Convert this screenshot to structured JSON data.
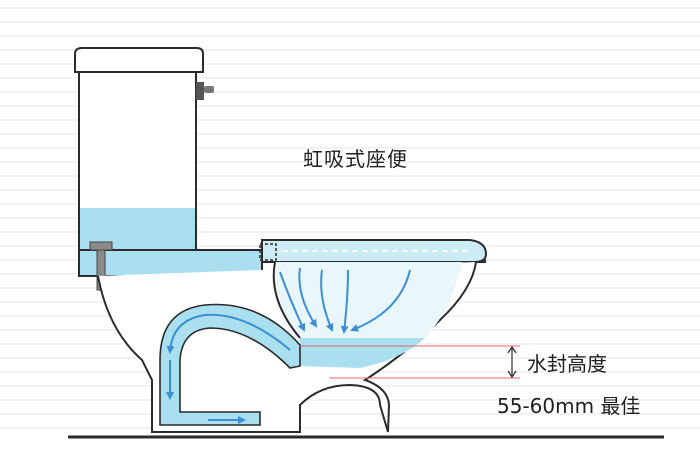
{
  "diagram": {
    "title": "虹吸式座便",
    "water_seal_label": "水封高度",
    "water_seal_value": "55-60mm 最佳"
  },
  "colors": {
    "water": "#a9dfef",
    "flow_arrows": "#3a8fd6",
    "outline": "#2b2b2b",
    "measure_lines": "#e06a6a",
    "background_lines": "#e6e6e6"
  }
}
